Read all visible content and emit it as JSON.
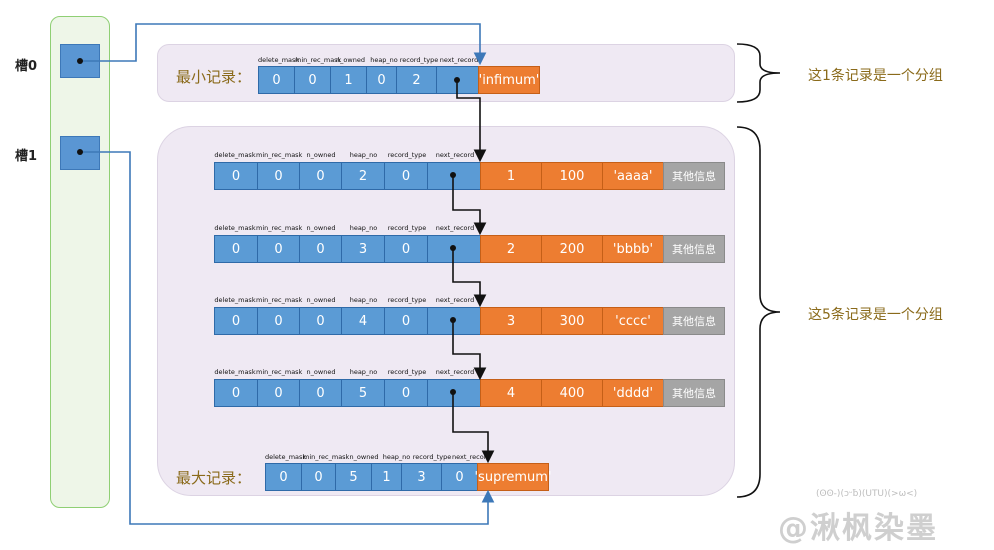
{
  "slots": [
    {
      "label": "槽0"
    },
    {
      "label": "槽1"
    }
  ],
  "header_fields": [
    "delete_mask",
    "min_rec_mask",
    "n_owned",
    "heap_no",
    "record_type",
    "next_record"
  ],
  "infimum": {
    "label": "最小记录：",
    "values": [
      "0",
      "0",
      "1",
      "0",
      "2",
      ""
    ],
    "content": "'infimum'"
  },
  "records": [
    {
      "header": [
        "0",
        "0",
        "0",
        "2",
        "0",
        ""
      ],
      "data": [
        "1",
        "100",
        "'aaaa'"
      ],
      "other": "其他信息"
    },
    {
      "header": [
        "0",
        "0",
        "0",
        "3",
        "0",
        ""
      ],
      "data": [
        "2",
        "200",
        "'bbbb'"
      ],
      "other": "其他信息"
    },
    {
      "header": [
        "0",
        "0",
        "0",
        "4",
        "0",
        ""
      ],
      "data": [
        "3",
        "300",
        "'cccc'"
      ],
      "other": "其他信息"
    },
    {
      "header": [
        "0",
        "0",
        "0",
        "5",
        "0",
        ""
      ],
      "data": [
        "4",
        "400",
        "'dddd'"
      ],
      "other": "其他信息"
    }
  ],
  "supremum": {
    "label": "最大记录：",
    "values": [
      "0",
      "0",
      "5",
      "1",
      "3",
      "0"
    ],
    "content": "'supremum'"
  },
  "annotations": {
    "group1": "这1条记录是一个分组",
    "group2": "这5条记录是一个分组"
  },
  "watermark": {
    "faces": "(ꙨꙨ-)(ↄᵕƀ)(UTU)(>ω<)",
    "text": "@湫枫染墨"
  },
  "colors": {
    "header_cell": "#5b9bd5",
    "data_cell": "#ed7d31",
    "other_cell": "#a5a5a5",
    "slot_column": "#eef6e8",
    "group_bg": "#efe9f3"
  }
}
